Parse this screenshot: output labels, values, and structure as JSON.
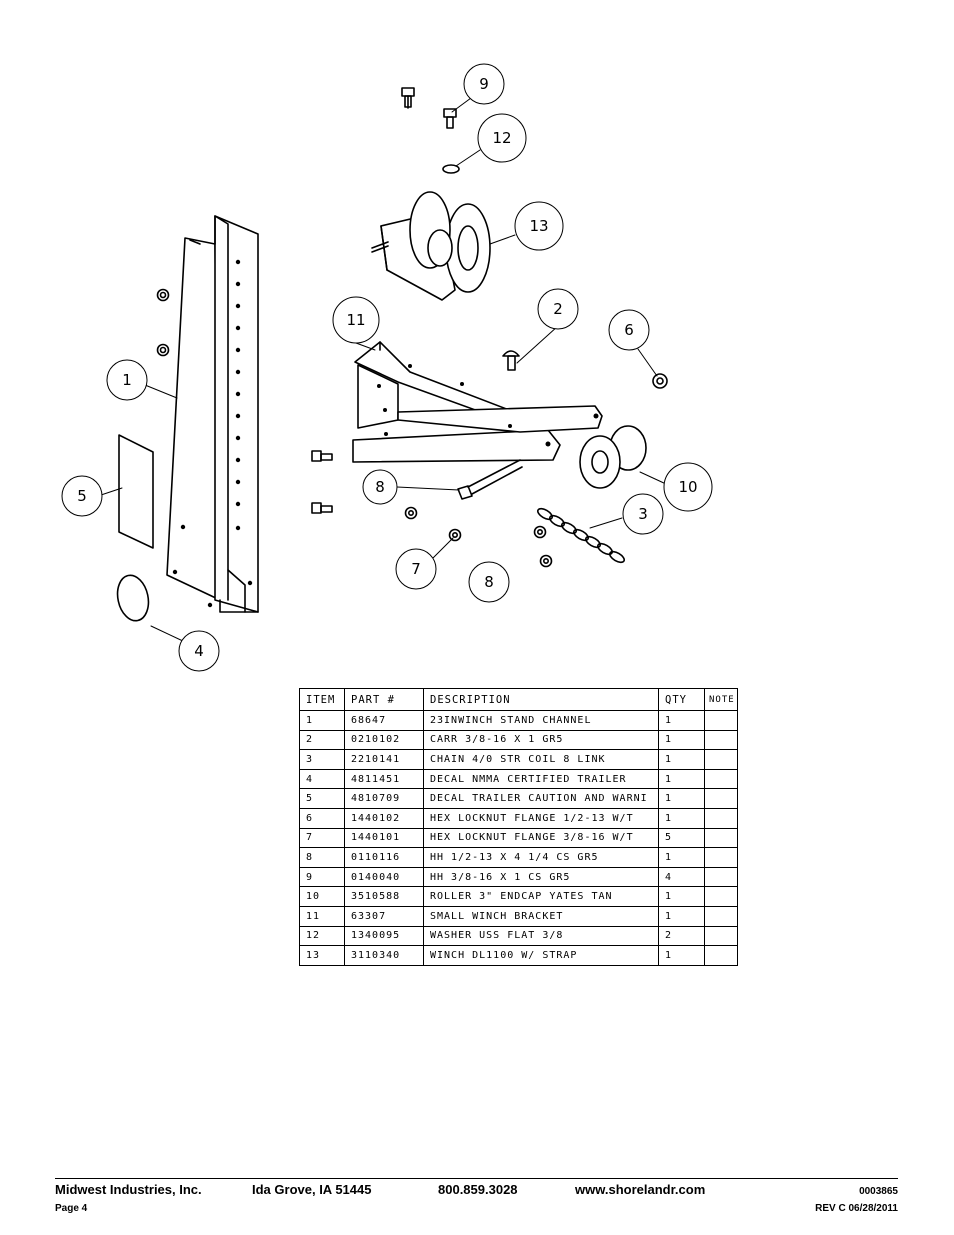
{
  "callouts": [
    "1",
    "2",
    "3",
    "4",
    "5",
    "6",
    "7",
    "8",
    "8",
    "9",
    "10",
    "11",
    "12",
    "13"
  ],
  "table": {
    "headers": {
      "item": "ITEM",
      "part": "PART #",
      "description": "DESCRIPTION",
      "qty": "QTY",
      "note": "NOTE"
    },
    "rows": [
      {
        "item": "1",
        "part": "68647",
        "description": "23INWINCH STAND CHANNEL",
        "qty": "1",
        "note": ""
      },
      {
        "item": "2",
        "part": "0210102",
        "description": "CARR 3/8-16 X 1 GR5",
        "qty": "1",
        "note": ""
      },
      {
        "item": "3",
        "part": "2210141",
        "description": "CHAIN 4/0 STR COIL 8 LINK",
        "qty": "1",
        "note": ""
      },
      {
        "item": "4",
        "part": "4811451",
        "description": "DECAL NMMA CERTIFIED TRAILER",
        "qty": "1",
        "note": ""
      },
      {
        "item": "5",
        "part": "4810709",
        "description": "DECAL TRAILER CAUTION AND WARNI",
        "qty": "1",
        "note": ""
      },
      {
        "item": "6",
        "part": "1440102",
        "description": "HEX LOCKNUT FLANGE 1/2-13 W/T",
        "qty": "1",
        "note": ""
      },
      {
        "item": "7",
        "part": "1440101",
        "description": "HEX LOCKNUT FLANGE 3/8-16 W/T",
        "qty": "5",
        "note": ""
      },
      {
        "item": "8",
        "part": "0110116",
        "description": "HH 1/2-13 X 4 1/4 CS GR5",
        "qty": "1",
        "note": ""
      },
      {
        "item": "9",
        "part": "0140040",
        "description": "HH 3/8-16 X 1 CS GR5",
        "qty": "4",
        "note": ""
      },
      {
        "item": "10",
        "part": "3510588",
        "description": "ROLLER 3\" ENDCAP YATES TAN",
        "qty": "1",
        "note": ""
      },
      {
        "item": "11",
        "part": "63307",
        "description": "SMALL WINCH BRACKET",
        "qty": "1",
        "note": ""
      },
      {
        "item": "12",
        "part": "1340095",
        "description": "WASHER USS FLAT 3/8",
        "qty": "2",
        "note": ""
      },
      {
        "item": "13",
        "part": "3110340",
        "description": "WINCH DL1100 W/ STRAP",
        "qty": "1",
        "note": ""
      }
    ]
  },
  "footer": {
    "company": "Midwest Industries, Inc.",
    "address": "Ida Grove, IA  51445",
    "phone": "800.859.3028",
    "website": "www.shorelandr.com",
    "doc_number": "0003865",
    "page": "Page 4",
    "revision": "REV C  06/28/2011"
  }
}
